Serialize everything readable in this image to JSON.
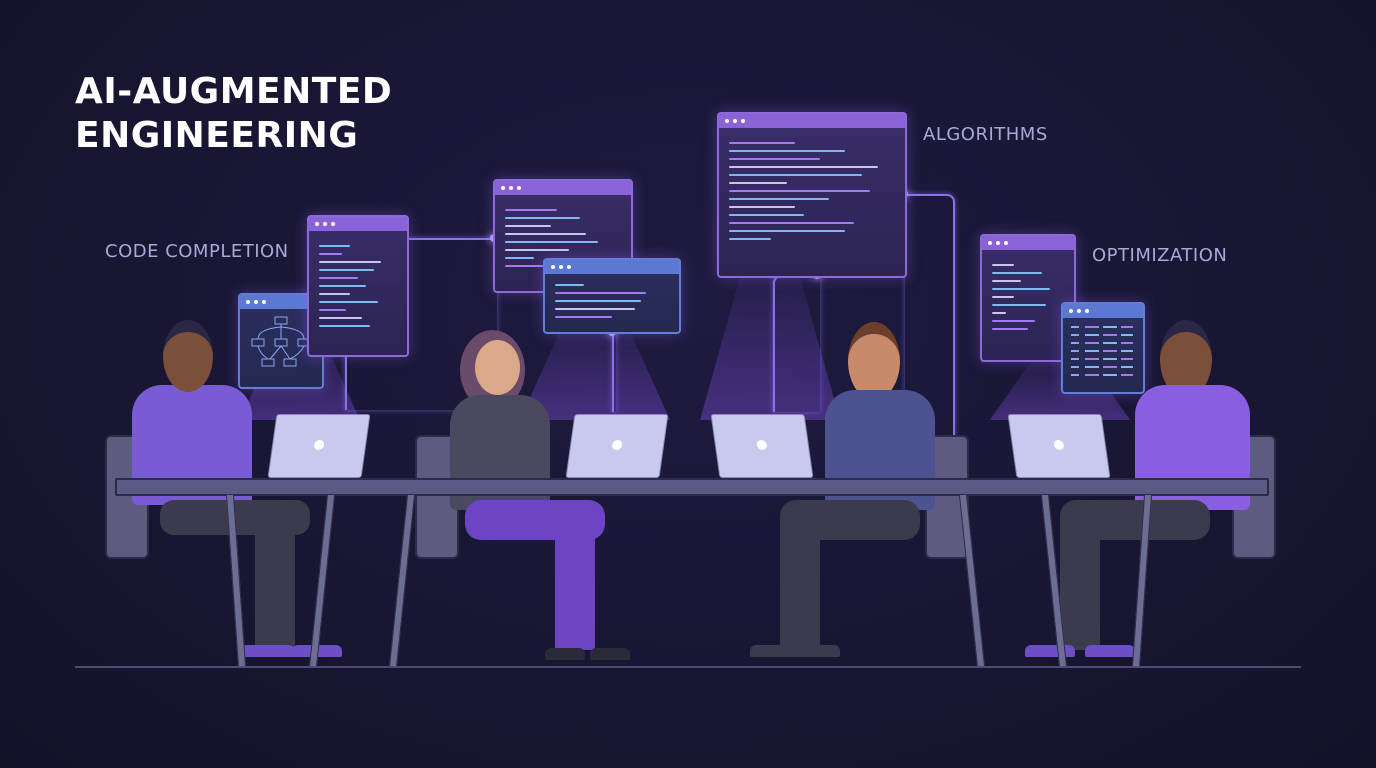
{
  "title": {
    "line1": "AI-AUGMENTED",
    "line2": "ENGINEERING"
  },
  "labels": {
    "code_completion": "CODE COMPLETION",
    "algorithms": "ALGORITHMS",
    "optimization": "OPTIMIZATION"
  },
  "colors": {
    "background": "#181633",
    "accent_purple": "#8b63d8",
    "accent_blue": "#5b79d3",
    "label_text": "#a9a8d6",
    "title_text": "#ffffff"
  },
  "scene": {
    "people": [
      {
        "position": "left",
        "shirt": "#7a5bd6"
      },
      {
        "position": "center-left",
        "shirt": "#4a4960"
      },
      {
        "position": "center-right",
        "shirt": "#4d5290"
      },
      {
        "position": "right",
        "shirt": "#8a5ee0"
      }
    ],
    "floating_windows": [
      "flowchart",
      "code",
      "code",
      "code",
      "algorithm-code",
      "optimization-code",
      "data-table"
    ]
  }
}
